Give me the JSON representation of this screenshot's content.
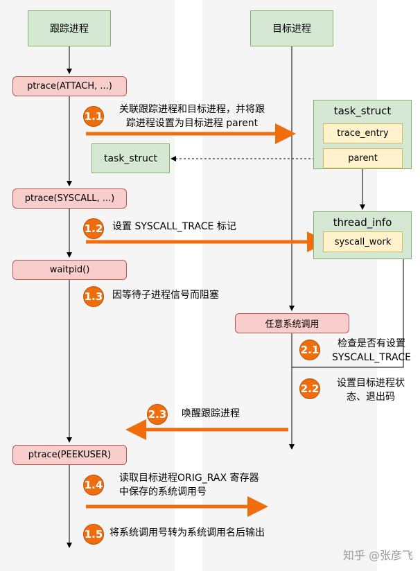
{
  "lanes": {
    "tracer": "跟踪进程",
    "target": "目标进程"
  },
  "calls": {
    "attach": "ptrace(ATTACH, ...)",
    "syscall": "ptrace(SYSCALL, ...)",
    "waitpid": "waitpid()",
    "peekuser": "ptrace(PEEKUSER)",
    "any_syscall": "任意系统调用"
  },
  "structs": {
    "task_struct_target": "task_struct",
    "trace_entry": "trace_entry",
    "parent": "parent",
    "task_struct_tracer": "task_struct",
    "thread_info": "thread_info",
    "syscall_work": "syscall_work"
  },
  "steps": [
    {
      "num": "1.1",
      "text_line1": "关联跟踪进程和目标进程，并将跟",
      "text_line2": "踪进程设置为目标进程 parent"
    },
    {
      "num": "1.2",
      "text_line1": "设置 SYSCALL_TRACE 标记",
      "text_line2": ""
    },
    {
      "num": "1.3",
      "text_line1": "因等待子进程信号而阻塞",
      "text_line2": ""
    },
    {
      "num": "2.1",
      "text_line1": "检查是否有设置",
      "text_line2": "SYSCALL_TRACE"
    },
    {
      "num": "2.2",
      "text_line1": "设置目标进程状",
      "text_line2": "态、退出码"
    },
    {
      "num": "2.3",
      "text_line1": "唤醒跟踪进程",
      "text_line2": ""
    },
    {
      "num": "1.4",
      "text_line1": "读取目标进程ORIG_RAX 寄存器",
      "text_line2": "中保存的系统调用号"
    },
    {
      "num": "1.5",
      "text_line1": "将系统调用号转为系统调用名后输出",
      "text_line2": ""
    }
  ],
  "watermark": "知乎 @张彦飞",
  "colors": {
    "orange": "#f06d0d",
    "lane_bg": "#f5f5f5",
    "green_fill": "#d5e8d4",
    "red_fill": "#f8cecc",
    "yellow_fill": "#fff2cc"
  }
}
